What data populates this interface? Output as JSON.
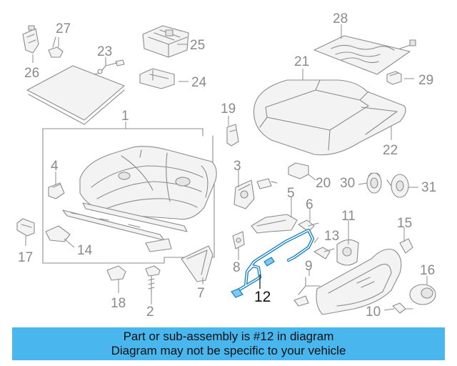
{
  "diagram": {
    "highlight_color": "#0e7ec4",
    "callouts": {
      "c1": "1",
      "c2": "2",
      "c3": "3",
      "c4": "4",
      "c5": "5",
      "c6": "6",
      "c7": "7",
      "c8": "8",
      "c9": "9",
      "c10": "10",
      "c11": "11",
      "c12": "12",
      "c13": "13",
      "c14": "14",
      "c15": "15",
      "c16": "16",
      "c17": "17",
      "c18": "18",
      "c19": "19",
      "c20": "20",
      "c21": "21",
      "c22": "22",
      "c23": "23",
      "c24": "24",
      "c25": "25",
      "c26": "26",
      "c27": "27",
      "c28": "28",
      "c29": "29",
      "c30": "30",
      "c31": "31"
    }
  },
  "banner": {
    "line1": "Part or sub-assembly is #12 in diagram",
    "line2": "Diagram may not be specific to your vehicle",
    "background": "#49b6ee"
  }
}
